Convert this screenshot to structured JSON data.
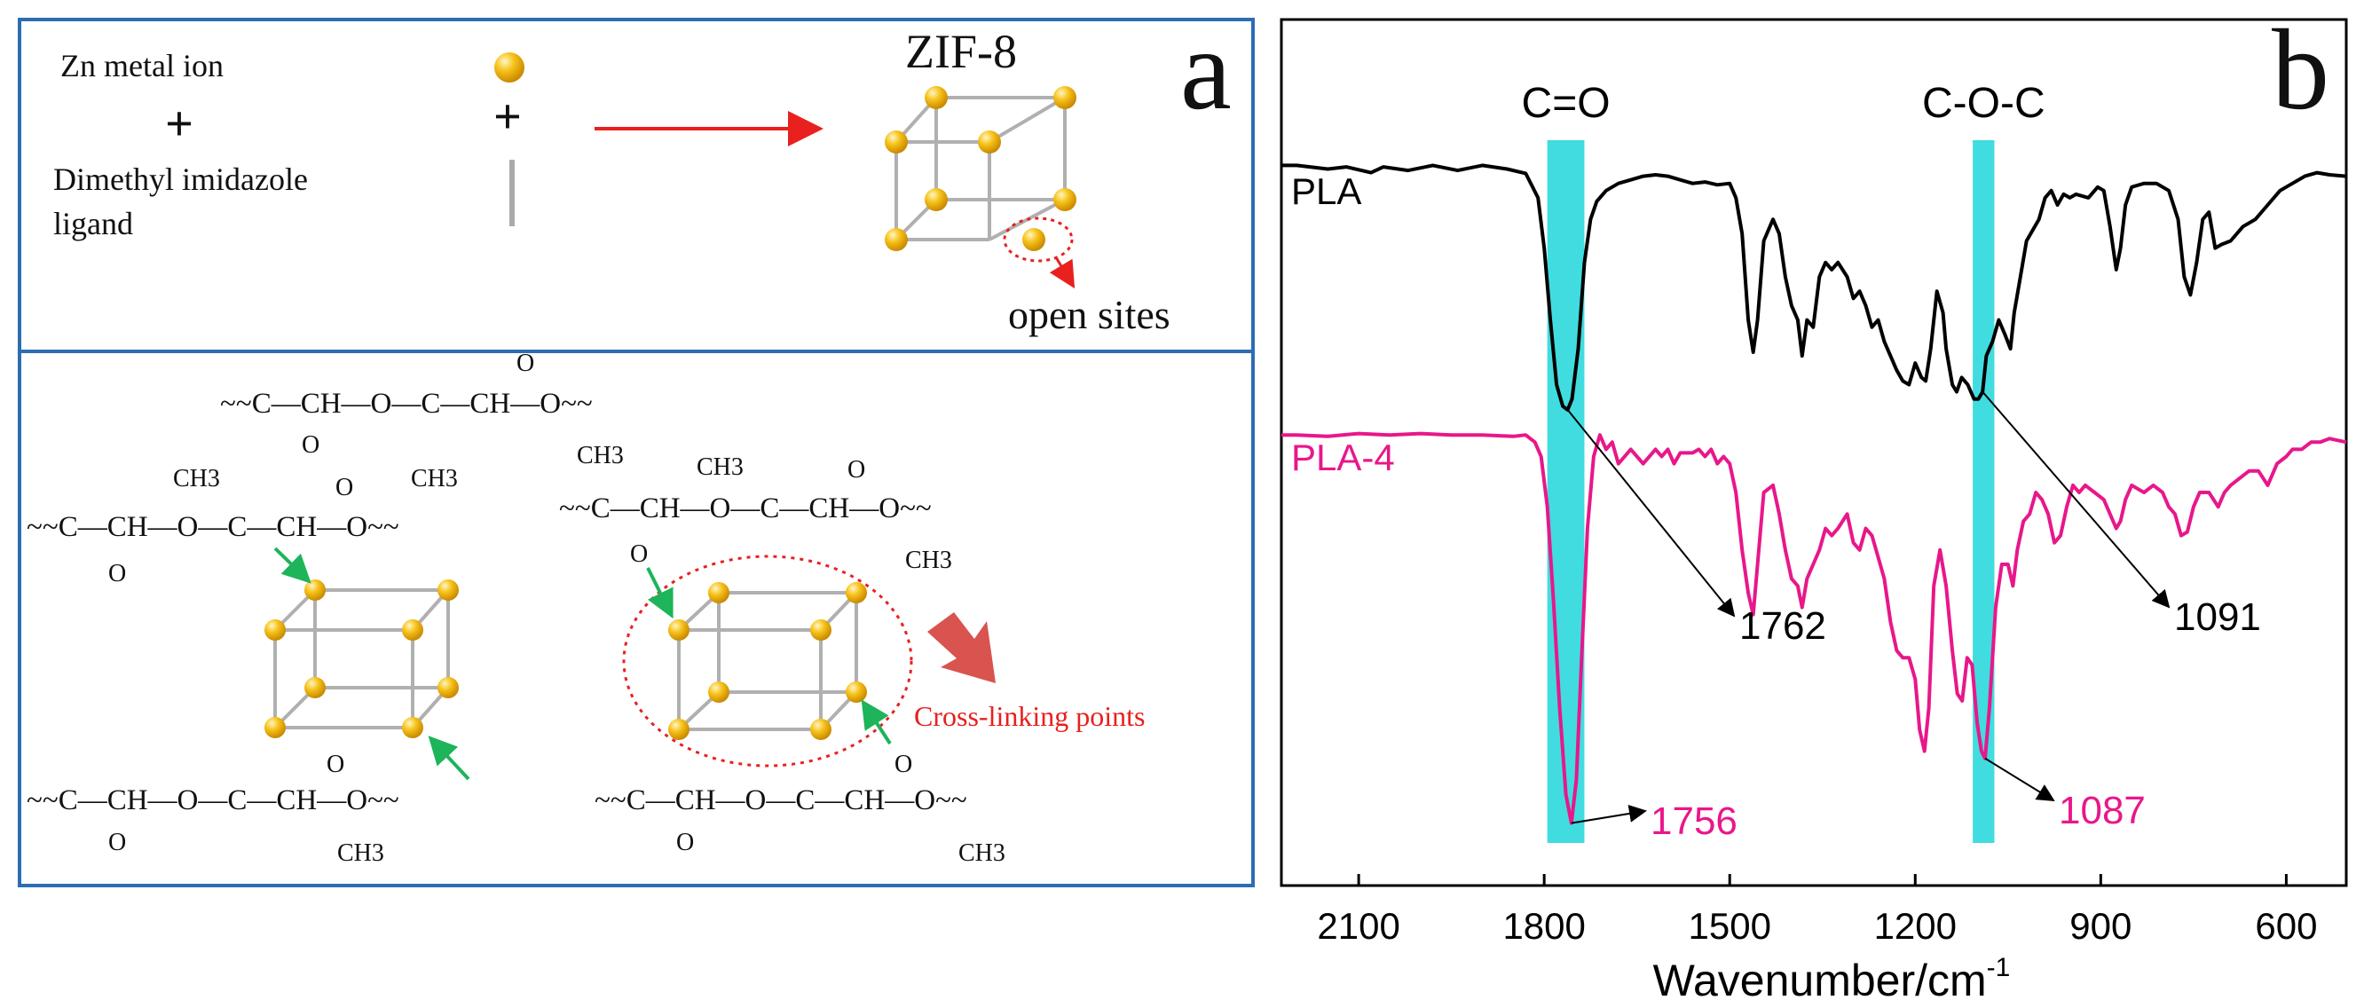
{
  "panel_a": {
    "label": "a",
    "zn_label": "Zn metal ion",
    "plus": "+",
    "ligand_label_line1": "Dimethyl imidazole",
    "ligand_label_line2": "ligand",
    "legend_plus": "+",
    "zif_label": "ZIF-8",
    "open_sites_label": "open sites",
    "crosslink_label": "Cross-linking points",
    "chain1": {
      "top": "O",
      "main": "~~C—CH—O—C—CH—O~~",
      "sub1": "O",
      "sub2": "CH3"
    },
    "chain2": {
      "top": "CH3",
      "top2": "CH3",
      "top3": "O",
      "main": "~~C—CH—O—C—CH—O~~",
      "sub": "O"
    },
    "chain3": {
      "top": "CH3",
      "top2": "O",
      "main": "~~C—CH—O—C—CH—O~~",
      "sub": "O",
      "sub2": "CH3"
    },
    "chain4": {
      "top": "O",
      "main": "~~C—CH—O—C—CH—O~~",
      "sub": "O",
      "sub2": "CH3"
    },
    "chain5": {
      "top": "O",
      "main": "~~C—CH—O—C—CH—O~~",
      "sub": "O",
      "sub2": "CH3"
    },
    "colors": {
      "border": "#2d6db3",
      "cluster": "#f0a800",
      "red": "#e8201e",
      "green": "#1db45a",
      "crosslink_arrow": "#d9534f"
    }
  },
  "chart_data": {
    "type": "line",
    "panel_label": "b",
    "xlabel": "Wavenumber/cm",
    "xlabel_sup": "-1",
    "xlim": [
      2225,
      503
    ],
    "xticks": [
      2100,
      1800,
      1500,
      1200,
      900,
      600
    ],
    "bands": [
      {
        "label": "C=O",
        "x_from": 1795,
        "x_to": 1735,
        "color": "#41dce0"
      },
      {
        "label": "C-O-C",
        "x_from": 1107,
        "x_to": 1072,
        "color": "#41dce0"
      }
    ],
    "series": [
      {
        "name": "PLA",
        "color": "#000000",
        "points": [
          [
            2225,
            0.045
          ],
          [
            2200,
            0.045
          ],
          [
            2150,
            0.05
          ],
          [
            2120,
            0.047
          ],
          [
            2080,
            0.055
          ],
          [
            2060,
            0.047
          ],
          [
            2020,
            0.052
          ],
          [
            1980,
            0.045
          ],
          [
            1940,
            0.052
          ],
          [
            1900,
            0.045
          ],
          [
            1860,
            0.05
          ],
          [
            1830,
            0.056
          ],
          [
            1810,
            0.09
          ],
          [
            1800,
            0.16
          ],
          [
            1790,
            0.26
          ],
          [
            1780,
            0.35
          ],
          [
            1770,
            0.38
          ],
          [
            1762,
            0.385
          ],
          [
            1755,
            0.37
          ],
          [
            1745,
            0.3
          ],
          [
            1735,
            0.18
          ],
          [
            1725,
            0.12
          ],
          [
            1715,
            0.095
          ],
          [
            1700,
            0.08
          ],
          [
            1680,
            0.07
          ],
          [
            1660,
            0.065
          ],
          [
            1640,
            0.06
          ],
          [
            1620,
            0.058
          ],
          [
            1600,
            0.06
          ],
          [
            1580,
            0.065
          ],
          [
            1560,
            0.07
          ],
          [
            1540,
            0.068
          ],
          [
            1520,
            0.072
          ],
          [
            1500,
            0.07
          ],
          [
            1490,
            0.09
          ],
          [
            1480,
            0.14
          ],
          [
            1470,
            0.26
          ],
          [
            1462,
            0.305
          ],
          [
            1455,
            0.26
          ],
          [
            1445,
            0.15
          ],
          [
            1430,
            0.12
          ],
          [
            1420,
            0.14
          ],
          [
            1410,
            0.2
          ],
          [
            1400,
            0.24
          ],
          [
            1390,
            0.26
          ],
          [
            1383,
            0.31
          ],
          [
            1375,
            0.26
          ],
          [
            1365,
            0.27
          ],
          [
            1355,
            0.2
          ],
          [
            1345,
            0.18
          ],
          [
            1335,
            0.19
          ],
          [
            1325,
            0.18
          ],
          [
            1310,
            0.2
          ],
          [
            1300,
            0.23
          ],
          [
            1290,
            0.22
          ],
          [
            1280,
            0.24
          ],
          [
            1270,
            0.27
          ],
          [
            1260,
            0.26
          ],
          [
            1250,
            0.29
          ],
          [
            1240,
            0.31
          ],
          [
            1230,
            0.33
          ],
          [
            1220,
            0.345
          ],
          [
            1210,
            0.35
          ],
          [
            1200,
            0.32
          ],
          [
            1190,
            0.34
          ],
          [
            1183,
            0.345
          ],
          [
            1175,
            0.3
          ],
          [
            1165,
            0.22
          ],
          [
            1155,
            0.25
          ],
          [
            1150,
            0.3
          ],
          [
            1140,
            0.35
          ],
          [
            1133,
            0.36
          ],
          [
            1125,
            0.34
          ],
          [
            1115,
            0.35
          ],
          [
            1105,
            0.37
          ],
          [
            1098,
            0.37
          ],
          [
            1091,
            0.36
          ],
          [
            1085,
            0.31
          ],
          [
            1075,
            0.29
          ],
          [
            1065,
            0.26
          ],
          [
            1055,
            0.28
          ],
          [
            1046,
            0.3
          ],
          [
            1040,
            0.25
          ],
          [
            1030,
            0.2
          ],
          [
            1020,
            0.15
          ],
          [
            1000,
            0.12
          ],
          [
            990,
            0.09
          ],
          [
            980,
            0.08
          ],
          [
            970,
            0.1
          ],
          [
            960,
            0.085
          ],
          [
            950,
            0.09
          ],
          [
            940,
            0.085
          ],
          [
            920,
            0.09
          ],
          [
            905,
            0.075
          ],
          [
            895,
            0.08
          ],
          [
            885,
            0.13
          ],
          [
            875,
            0.19
          ],
          [
            868,
            0.16
          ],
          [
            860,
            0.1
          ],
          [
            850,
            0.075
          ],
          [
            830,
            0.07
          ],
          [
            810,
            0.07
          ],
          [
            790,
            0.08
          ],
          [
            775,
            0.12
          ],
          [
            765,
            0.2
          ],
          [
            755,
            0.225
          ],
          [
            745,
            0.18
          ],
          [
            735,
            0.12
          ],
          [
            725,
            0.11
          ],
          [
            715,
            0.16
          ],
          [
            705,
            0.155
          ],
          [
            690,
            0.15
          ],
          [
            670,
            0.13
          ],
          [
            650,
            0.12
          ],
          [
            630,
            0.1
          ],
          [
            610,
            0.08
          ],
          [
            590,
            0.07
          ],
          [
            570,
            0.06
          ],
          [
            550,
            0.055
          ],
          [
            530,
            0.058
          ],
          [
            503,
            0.06
          ]
        ]
      },
      {
        "name": "PLA-4",
        "color": "#e8178a",
        "points": [
          [
            2225,
            0.42
          ],
          [
            2200,
            0.42
          ],
          [
            2150,
            0.422
          ],
          [
            2100,
            0.418
          ],
          [
            2050,
            0.42
          ],
          [
            2000,
            0.418
          ],
          [
            1950,
            0.42
          ],
          [
            1900,
            0.42
          ],
          [
            1850,
            0.422
          ],
          [
            1830,
            0.42
          ],
          [
            1815,
            0.43
          ],
          [
            1805,
            0.45
          ],
          [
            1795,
            0.52
          ],
          [
            1785,
            0.65
          ],
          [
            1775,
            0.8
          ],
          [
            1765,
            0.92
          ],
          [
            1756,
            0.96
          ],
          [
            1748,
            0.9
          ],
          [
            1740,
            0.74
          ],
          [
            1730,
            0.55
          ],
          [
            1720,
            0.45
          ],
          [
            1710,
            0.42
          ],
          [
            1700,
            0.44
          ],
          [
            1690,
            0.43
          ],
          [
            1680,
            0.46
          ],
          [
            1670,
            0.45
          ],
          [
            1660,
            0.44
          ],
          [
            1640,
            0.46
          ],
          [
            1620,
            0.44
          ],
          [
            1610,
            0.45
          ],
          [
            1600,
            0.44
          ],
          [
            1590,
            0.46
          ],
          [
            1580,
            0.445
          ],
          [
            1560,
            0.445
          ],
          [
            1550,
            0.44
          ],
          [
            1540,
            0.45
          ],
          [
            1530,
            0.44
          ],
          [
            1520,
            0.46
          ],
          [
            1510,
            0.45
          ],
          [
            1500,
            0.46
          ],
          [
            1490,
            0.5
          ],
          [
            1480,
            0.58
          ],
          [
            1470,
            0.64
          ],
          [
            1462,
            0.67
          ],
          [
            1455,
            0.6
          ],
          [
            1445,
            0.5
          ],
          [
            1430,
            0.49
          ],
          [
            1420,
            0.53
          ],
          [
            1410,
            0.58
          ],
          [
            1400,
            0.62
          ],
          [
            1390,
            0.63
          ],
          [
            1383,
            0.66
          ],
          [
            1375,
            0.62
          ],
          [
            1365,
            0.6
          ],
          [
            1355,
            0.58
          ],
          [
            1345,
            0.55
          ],
          [
            1335,
            0.56
          ],
          [
            1325,
            0.55
          ],
          [
            1310,
            0.53
          ],
          [
            1300,
            0.57
          ],
          [
            1290,
            0.58
          ],
          [
            1280,
            0.55
          ],
          [
            1270,
            0.56
          ],
          [
            1260,
            0.59
          ],
          [
            1250,
            0.62
          ],
          [
            1240,
            0.68
          ],
          [
            1230,
            0.72
          ],
          [
            1220,
            0.73
          ],
          [
            1210,
            0.73
          ],
          [
            1200,
            0.76
          ],
          [
            1193,
            0.83
          ],
          [
            1185,
            0.86
          ],
          [
            1178,
            0.8
          ],
          [
            1170,
            0.63
          ],
          [
            1160,
            0.58
          ],
          [
            1150,
            0.63
          ],
          [
            1140,
            0.72
          ],
          [
            1132,
            0.78
          ],
          [
            1124,
            0.79
          ],
          [
            1116,
            0.73
          ],
          [
            1108,
            0.74
          ],
          [
            1100,
            0.82
          ],
          [
            1093,
            0.86
          ],
          [
            1087,
            0.87
          ],
          [
            1080,
            0.8
          ],
          [
            1070,
            0.66
          ],
          [
            1060,
            0.6
          ],
          [
            1050,
            0.6
          ],
          [
            1042,
            0.63
          ],
          [
            1035,
            0.58
          ],
          [
            1025,
            0.54
          ],
          [
            1015,
            0.53
          ],
          [
            1005,
            0.5
          ],
          [
            995,
            0.51
          ],
          [
            985,
            0.53
          ],
          [
            975,
            0.57
          ],
          [
            965,
            0.56
          ],
          [
            955,
            0.52
          ],
          [
            945,
            0.49
          ],
          [
            935,
            0.5
          ],
          [
            925,
            0.49
          ],
          [
            910,
            0.5
          ],
          [
            895,
            0.51
          ],
          [
            885,
            0.53
          ],
          [
            875,
            0.55
          ],
          [
            868,
            0.54
          ],
          [
            860,
            0.51
          ],
          [
            850,
            0.49
          ],
          [
            830,
            0.5
          ],
          [
            815,
            0.49
          ],
          [
            800,
            0.5
          ],
          [
            790,
            0.52
          ],
          [
            780,
            0.53
          ],
          [
            770,
            0.56
          ],
          [
            760,
            0.555
          ],
          [
            750,
            0.52
          ],
          [
            740,
            0.5
          ],
          [
            725,
            0.5
          ],
          [
            710,
            0.52
          ],
          [
            700,
            0.5
          ],
          [
            690,
            0.49
          ],
          [
            675,
            0.48
          ],
          [
            660,
            0.47
          ],
          [
            645,
            0.47
          ],
          [
            630,
            0.49
          ],
          [
            615,
            0.46
          ],
          [
            600,
            0.45
          ],
          [
            590,
            0.44
          ],
          [
            575,
            0.44
          ],
          [
            560,
            0.43
          ],
          [
            545,
            0.43
          ],
          [
            530,
            0.425
          ],
          [
            503,
            0.43
          ]
        ]
      }
    ],
    "annotations": [
      {
        "text": "1762",
        "series": "PLA",
        "x": 1762,
        "color": "#000000"
      },
      {
        "text": "1091",
        "series": "PLA",
        "x": 1091,
        "color": "#000000"
      },
      {
        "text": "1756",
        "series": "PLA-4",
        "x": 1756,
        "color": "#e8178a"
      },
      {
        "text": "1087",
        "series": "PLA-4",
        "x": 1087,
        "color": "#e8178a"
      }
    ]
  }
}
